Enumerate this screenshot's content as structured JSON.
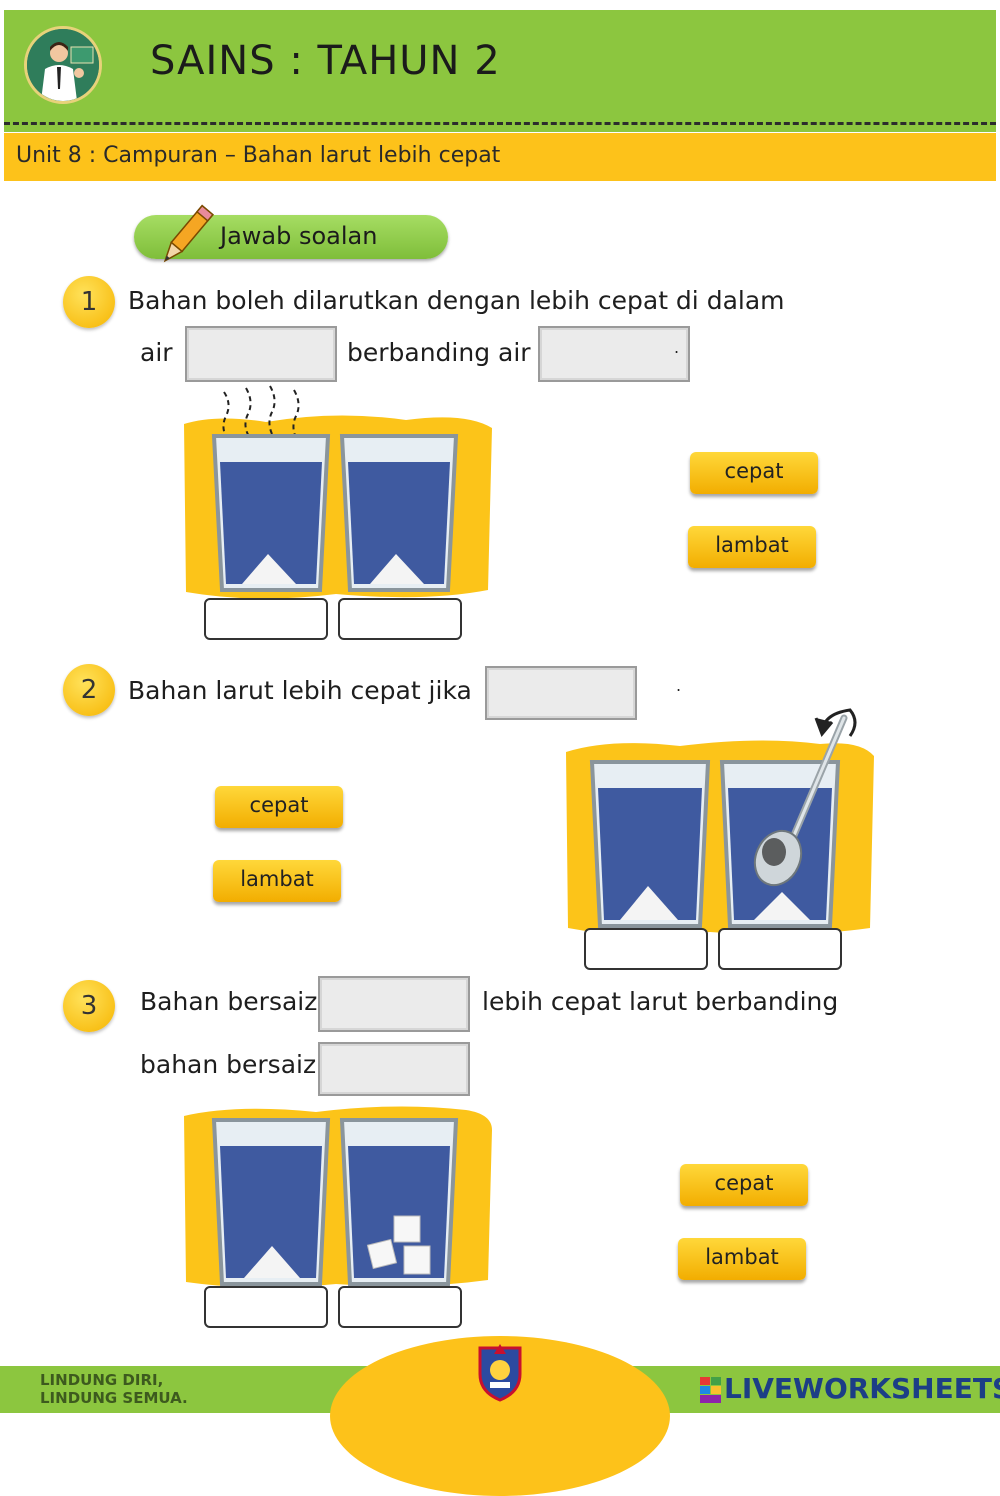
{
  "header": {
    "title": "SAINS : TAHUN 2",
    "unit": "Unit 8 : Campuran – Bahan larut lebih cepat"
  },
  "instruction": "Jawab soalan",
  "questions": [
    {
      "number": "1",
      "text_a": "Bahan boleh dilarutkan dengan lebih cepat di dalam",
      "text_b": "air",
      "text_c": "berbanding air",
      "text_d": ".",
      "options": [
        "cepat",
        "lambat"
      ]
    },
    {
      "number": "2",
      "text_a": "Bahan larut lebih cepat jika",
      "text_d": ".",
      "options": [
        "cepat",
        "lambat"
      ]
    },
    {
      "number": "3",
      "text_a": "Bahan bersaiz",
      "text_b": "lebih cepat larut berbanding",
      "text_c": "bahan bersaiz",
      "options": [
        "cepat",
        "lambat"
      ]
    }
  ],
  "footer": {
    "slogan_line1": "LINDUNG DIRI,",
    "slogan_line2": "LINDUNG SEMUA.",
    "brand": "LIVEWORKSHEETS"
  },
  "colors": {
    "header_green": "#8cc63f",
    "unit_yellow": "#fdc21a",
    "water_blue": "#3f5aa0",
    "button_yellow": "#f6b800"
  },
  "icons": [
    "teacher-avatar-icon",
    "pencil-icon",
    "school-crest-icon",
    "spoon-icon",
    "stir-arrow-icon",
    "steam-icon"
  ]
}
